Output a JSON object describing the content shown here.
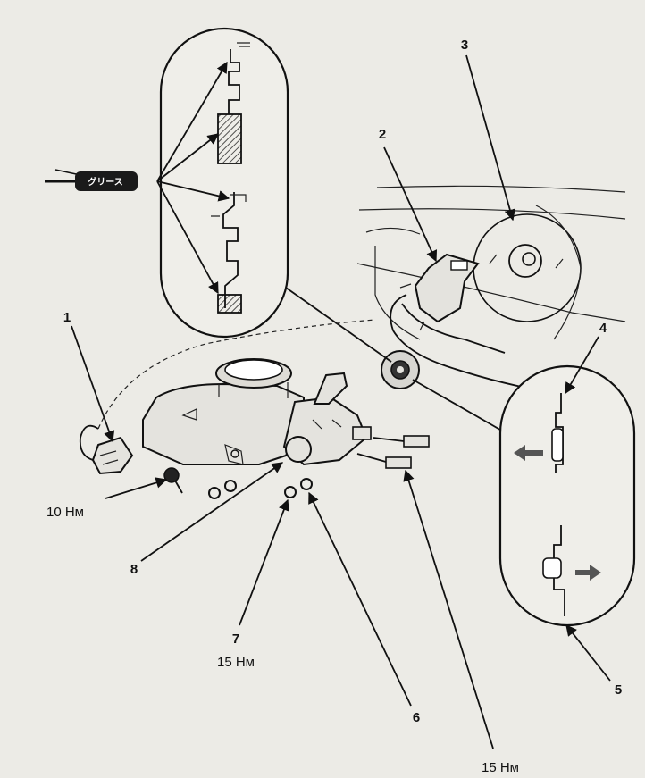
{
  "diagram": {
    "grease_tube_label": "グリース",
    "callouts": [
      {
        "id": "1",
        "label": "1"
      },
      {
        "id": "2",
        "label": "2"
      },
      {
        "id": "3",
        "label": "3"
      },
      {
        "id": "4",
        "label": "4"
      },
      {
        "id": "5",
        "label": "5"
      },
      {
        "id": "6",
        "label": "6"
      },
      {
        "id": "7",
        "label": "7"
      },
      {
        "id": "8",
        "label": "8"
      }
    ],
    "torques": {
      "connector_bolt": "10 Нм",
      "nut_7": "15 Нм",
      "brake_lines": "15 Нм"
    }
  }
}
